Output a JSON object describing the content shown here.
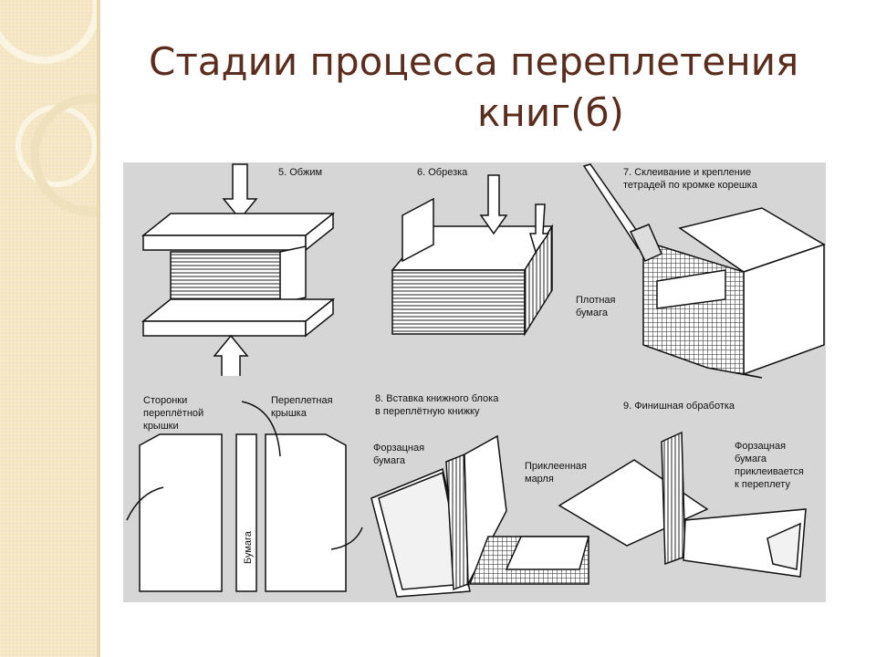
{
  "title": {
    "line1": "Стадии процесса переплетения",
    "line2": "книг(б)"
  },
  "figure": {
    "steps": [
      {
        "caption": "5. Обжим"
      },
      {
        "caption": "6. Обрезка"
      },
      {
        "caption_line1": "7. Склеивание и крепление",
        "caption_line2": "тетрадей по кромке корешка",
        "note_line1": "Плотная",
        "note_line2": "бумага"
      },
      {
        "note_a_line1": "Сторонки",
        "note_a_line2": "переплётной",
        "note_a_line3": "крышки",
        "note_b_line1": "Переплетная",
        "note_b_line2": "крышка",
        "note_c": "Бумага"
      },
      {
        "caption_line1": "8. Вставка книжного блока",
        "caption_line2": "в переплётную книжку",
        "note_a_line1": "Форзацная",
        "note_a_line2": "бумага",
        "note_b_line1": "Приклеенная",
        "note_b_line2": "марля"
      },
      {
        "caption": "9. Финишная обработка",
        "note_line1": "Форзацная",
        "note_line2": "бумага",
        "note_line3": "приклеивается",
        "note_line4": "к переплету"
      }
    ]
  },
  "colors": {
    "title": "#5a2d1e",
    "figure_bg": "#d6d6d6",
    "strip": "#f3e5c2"
  }
}
